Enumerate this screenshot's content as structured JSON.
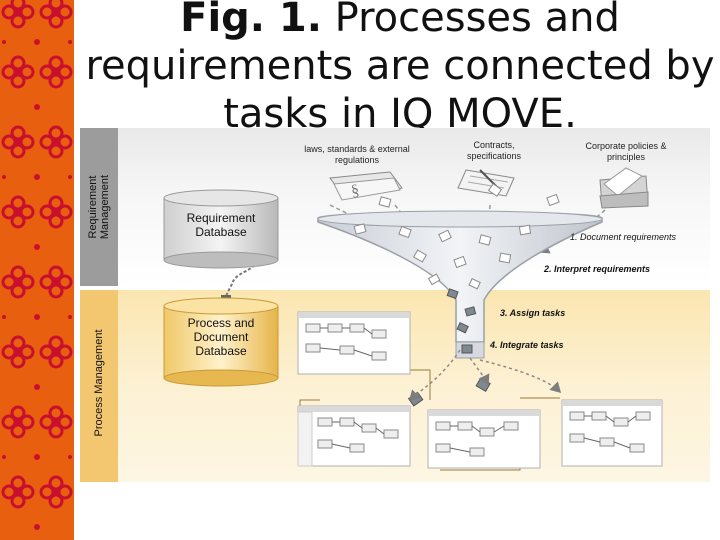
{
  "title": {
    "prefix": "Fig. 1.",
    "text": " Processes and requirements are connected by tasks in IQ MOVE."
  },
  "sections": {
    "requirement_management": "Requirement Management",
    "process_management": "Process Management"
  },
  "sources": {
    "laws": "laws, standards & external regulations",
    "contracts": "Contracts, specifications",
    "corporate": "Corporate policies & principles"
  },
  "databases": {
    "requirement": "Requirement Database",
    "process": "Process and Document Database"
  },
  "steps": {
    "step1": "1. Document requirements",
    "step2": "2. Interpret requirements",
    "step3": "3. Assign tasks",
    "step4": "4. Integrate tasks"
  },
  "colors": {
    "accent_orange": "#e8600f",
    "flower_red": "#c8102e",
    "req_band_grey": "#9c9c9c",
    "proc_band_gold": "#f3c770"
  }
}
